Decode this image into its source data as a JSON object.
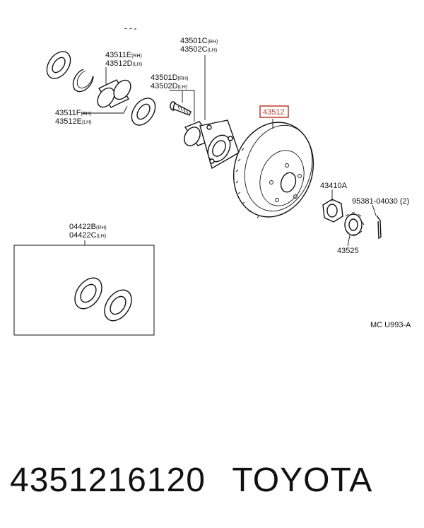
{
  "labels": {
    "p43501C": "43501C",
    "p43502C": "43502C",
    "p43511E": "43511E",
    "p43512D": "43512D",
    "p43501D": "43501D",
    "p43502D": "43502D",
    "p43511F": "43511F",
    "p43512E": "43512E",
    "p43512": "43512",
    "p43410A": "43410A",
    "p95381": "95381-04030 (2)",
    "p43525": "43525",
    "p04422B": "04422B",
    "p04422C": "04422C",
    "rh": "(RH)",
    "lh": "(LH)",
    "code": "MC U993-A"
  },
  "footer": {
    "part_number": "4351216120",
    "brand": "TOYOTA"
  },
  "colors": {
    "highlight": "#c0392b",
    "ink": "#111111"
  }
}
